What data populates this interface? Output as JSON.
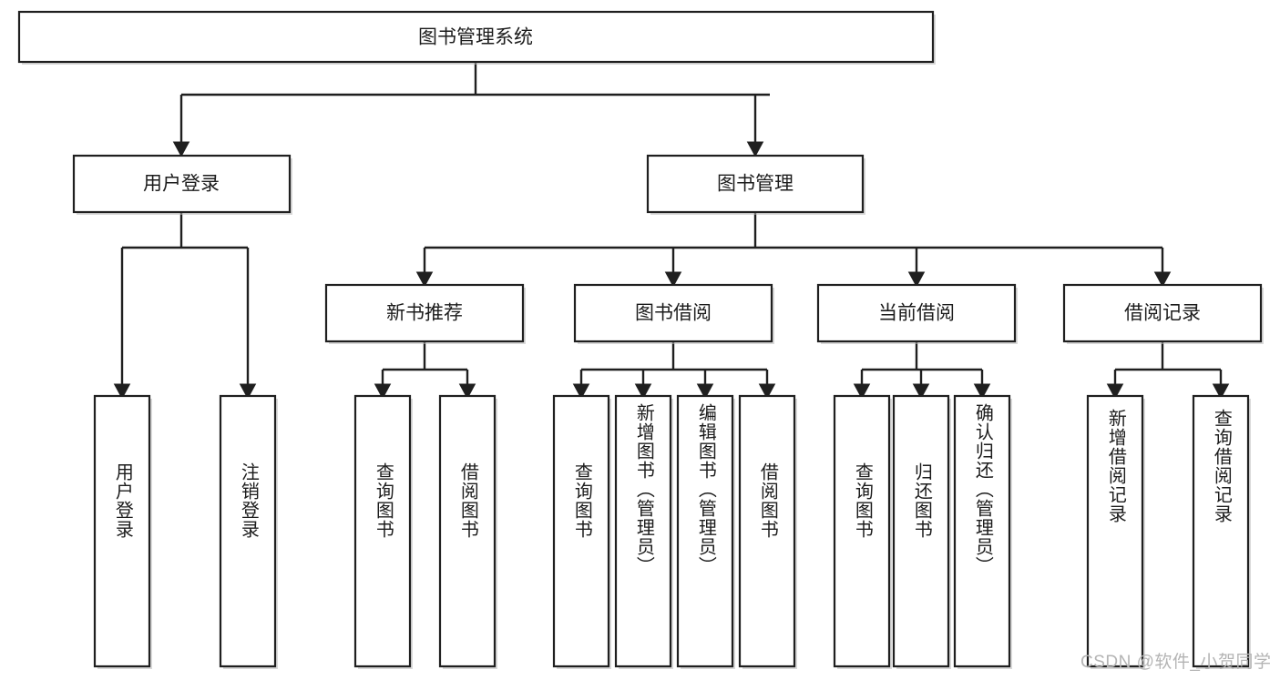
{
  "diagram": {
    "title": "图书管理系统",
    "type": "tree-hierarchy",
    "root": {
      "label": "图书管理系统"
    },
    "level2": [
      {
        "label": "用户登录"
      },
      {
        "label": "图书管理"
      }
    ],
    "level3": [
      {
        "label": "新书推荐"
      },
      {
        "label": "图书借阅"
      },
      {
        "label": "当前借阅"
      },
      {
        "label": "借阅记录"
      }
    ],
    "leaves": {
      "user_login": [
        {
          "label": "用户登录"
        },
        {
          "label": "注销登录"
        }
      ],
      "new_book_recommend": [
        {
          "label": "查询图书"
        },
        {
          "label": "借阅图书"
        }
      ],
      "book_borrow": [
        {
          "label": "查询图书"
        },
        {
          "label": "新增图书（管理员）"
        },
        {
          "label": "编辑图书（管理员）"
        },
        {
          "label": "借阅图书"
        }
      ],
      "current_borrow": [
        {
          "label": "查询图书"
        },
        {
          "label": "归还图书"
        },
        {
          "label": "确认归还（管理员）"
        }
      ],
      "borrow_record": [
        {
          "label": "新增借阅记录"
        },
        {
          "label": "查询借阅记录"
        }
      ]
    }
  },
  "watermark": {
    "text": "CSDN @软件_小贺同学"
  },
  "colors": {
    "box_stroke": "#1f1f1f",
    "box_fill": "#ffffff",
    "connector": "#1f1f1f",
    "text": "#1c1c1c",
    "watermark": "#b4b4b4",
    "background": "#ffffff"
  }
}
